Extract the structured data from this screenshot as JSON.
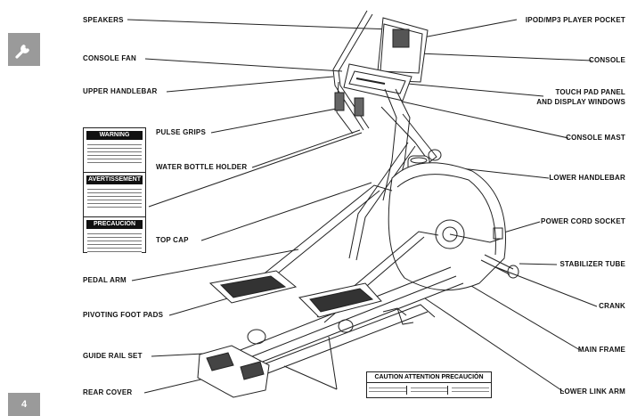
{
  "page": {
    "number": "4"
  },
  "side_tab": {
    "icon": "wrench-icon"
  },
  "labels": {
    "speakers": "SPEAKERS",
    "console_fan": "CONSOLE FAN",
    "upper_handlebar": "UPPER HANDLEBAR",
    "pulse_grips": "PULSE GRIPS",
    "water_bottle_holder": "WATER BOTTLE HOLDER",
    "top_cap": "TOP CAP",
    "pedal_arm": "PEDAL ARM",
    "pivoting_foot_pads": "PIVOTING FOOT PADS",
    "guide_rail_set": "GUIDE RAIL SET",
    "rear_cover": "REAR COVER",
    "ipod_pocket": "IPOD/MP3 PLAYER POCKET",
    "console": "CONSOLE",
    "touch_pad_1": "TOUCH PAD PANEL",
    "touch_pad_2": "AND DISPLAY WINDOWS",
    "console_mast": "CONSOLE MAST",
    "lower_handlebar": "LOWER HANDLEBAR",
    "power_cord_socket": "POWER CORD SOCKET",
    "stabilizer_tube": "STABILIZER TUBE",
    "crank": "CRANK",
    "main_frame": "MAIN FRAME",
    "lower_link_arm": "LOWER LINK ARM"
  },
  "warning_label": {
    "warning": "WARNING",
    "avertissement": "AVERTISSEMENT",
    "precaucion": "PRECAUCIÓN"
  },
  "caution_label": {
    "title": "CAUTION  ATTENTION  PRECAUCIÓN"
  }
}
